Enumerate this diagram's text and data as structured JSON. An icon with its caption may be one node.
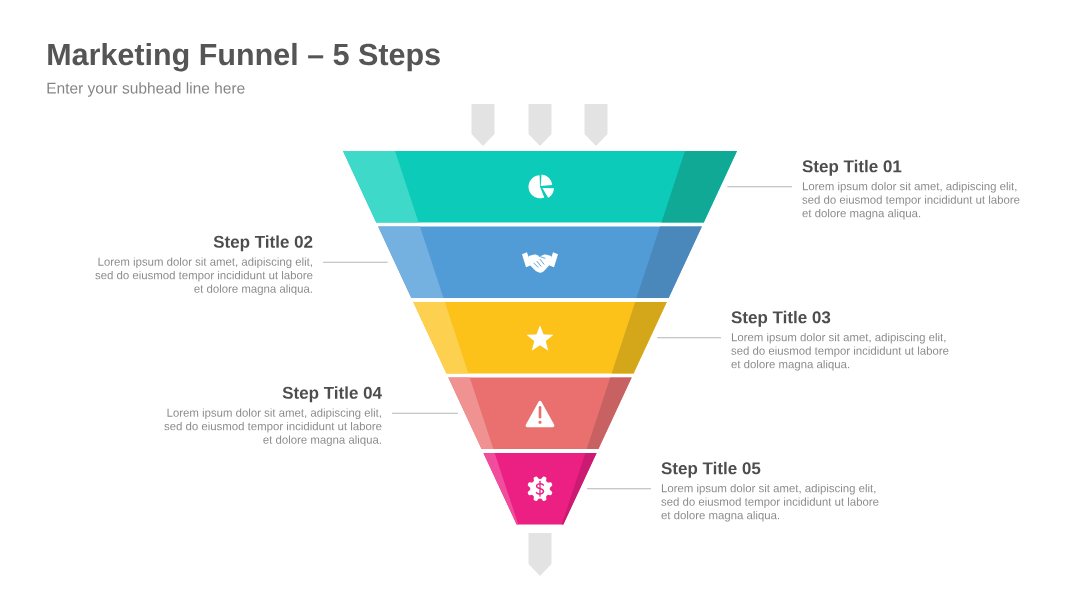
{
  "diagram": {
    "title": "Marketing Funnel – 5 Steps",
    "nodes": [
      {
        "text": [],
        "shape": "trapezoid"
      },
      {
        "text": [],
        "shape": "trapezoid"
      },
      {
        "text": [],
        "shape": "trapezoid"
      },
      {
        "text": [],
        "shape": "trapezoid"
      },
      {
        "text": [],
        "shape": "trapezoid"
      },
      {
        "text": [
          "Step Title 01",
          "Lorem ipsum dolor sit amet, adipiscing elit, sed do eiusmod tempor incididunt ut labore et dolore magna aliqua."
        ]
      },
      {
        "text": [
          "Step Title 02",
          "Lorem ipsum dolor sit amet, adipiscing elit, sed do eiusmod tempor incididunt ut labore et dolore magna aliqua."
        ]
      },
      {
        "text": [
          "Step Title 03",
          "Lorem ipsum dolor sit amet, adipiscing elit, sed do eiusmod tempor incididunt ut labore et dolore magna aliqua."
        ]
      },
      {
        "text": [
          "Step Title 04",
          "Lorem ipsum dolor sit amet, adipiscing elit, sed do eiusmod tempor incididunt ut labore et dolore magna aliqua."
        ]
      },
      {
        "text": [
          "Step Title 05",
          "Lorem ipsum dolor sit amet, adipiscing elit, sed do eiusmod tempor incididunt ut labore et dolore magna aliqua."
        ]
      }
    ],
    "edges": [
      {
        "from": 5,
        "to": 0,
        "arrow": "none"
      },
      {
        "from": 6,
        "to": 1,
        "arrow": "none"
      },
      {
        "from": 7,
        "to": 2,
        "arrow": "none"
      },
      {
        "from": 8,
        "to": 3,
        "arrow": "none"
      },
      {
        "from": 9,
        "to": 4,
        "arrow": "none"
      },
      {
        "from": null,
        "to": 0,
        "arrow": "to",
        "style": "thick",
        "color": "#e3e3e3"
      },
      {
        "from": null,
        "to": 0,
        "arrow": "to",
        "style": "thick",
        "color": "#e3e3e3"
      },
      {
        "from": null,
        "to": 0,
        "arrow": "to",
        "style": "thick",
        "color": "#e3e3e3"
      },
      {
        "from": 4,
        "to": null,
        "arrow": "to",
        "style": "thick",
        "color": "#e3e3e3"
      }
    ],
    "labels": [
      "Enter your subhead line here"
    ]
  }
}
